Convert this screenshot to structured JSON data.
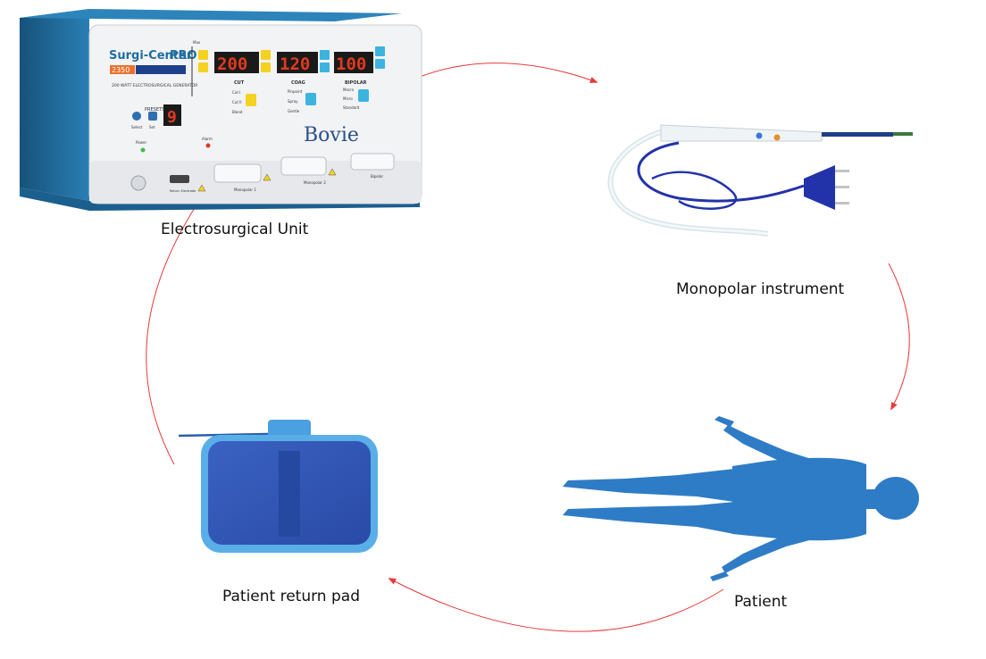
{
  "labels": {
    "esu": "Electrosurgical Unit",
    "instrument": "Monopolar instrument",
    "patient": "Patient",
    "return_pad": "Patient return pad"
  },
  "device": {
    "brand": "Surgi-Center",
    "brand_suffix": "PRO",
    "model": "2350",
    "subtitle": "200 WATT ELECTROSURGICAL GENERATOR",
    "maker": "Bovie",
    "display_cut": "200",
    "display_coag": "120",
    "display_bipolar": "100",
    "display_preset": "9",
    "label_presets": "PRESETS",
    "label_select": "Select",
    "label_set": "Set",
    "label_cut": "CUT",
    "label_coag": "COAG",
    "label_bipolar": "BIPOLAR",
    "label_power": "Power",
    "label_alarm": "Alarm",
    "label_return": "Return Electrode",
    "label_monopolar1": "Monopolar 1",
    "label_monopolar2": "Monopolar 2",
    "label_bipolar_port": "Bipolar",
    "label_max": "Max",
    "mode_cut": [
      "Cut I",
      "Cut II",
      "Blend"
    ],
    "mode_coag": [
      "Pinpoint",
      "Spray",
      "Gentle"
    ],
    "mode_bipolar": [
      "Macro",
      "Micro",
      "Standard"
    ]
  },
  "colors": {
    "device_blue": "#1f6e9e",
    "led_red": "#e23a1e",
    "pad_blue": "#2f56b5",
    "patient_blue": "#2e7cc6",
    "arrow_red": "#e83a3a",
    "cable_blue": "#2233aa"
  }
}
